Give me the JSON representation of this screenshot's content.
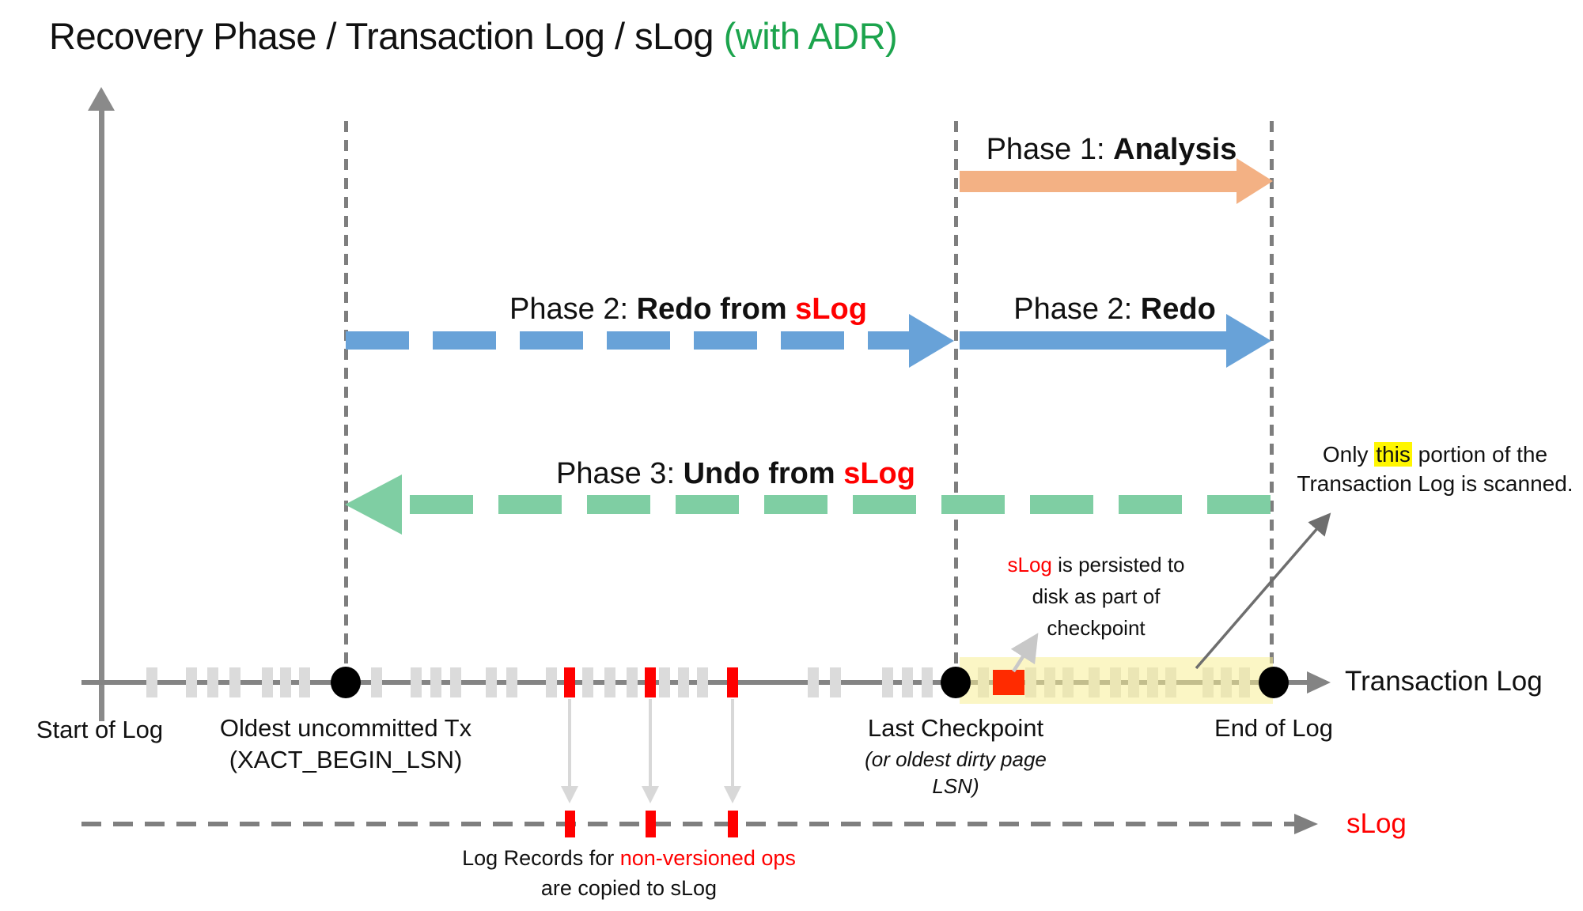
{
  "title": {
    "main": "Recovery Phase / Transaction Log / sLog ",
    "suffix": "(with ADR)"
  },
  "colors": {
    "title_suffix_green": "#1CA44D",
    "phase1_orange": "#F3B184",
    "phase2_blue": "#68A2D8",
    "phase3_green": "#7FCEA3",
    "accent_red": "#FF0000",
    "persist_square_red": "#FF2B00",
    "scan_band_yellow": "#F8F0A0",
    "highlight_yellow": "#FFF600",
    "axis_gray": "#848484",
    "tick_gray": "#DBDBDB"
  },
  "phases": {
    "phase1": {
      "prefix": "Phase 1: ",
      "bold": "Analysis"
    },
    "phase2_slog": {
      "prefix": "Phase 2: ",
      "bold": "Redo from ",
      "accent": "sLog"
    },
    "phase2": {
      "prefix": "Phase 2: ",
      "bold": "Redo"
    },
    "phase3": {
      "prefix": "Phase 3: ",
      "bold": "Undo from ",
      "accent": "sLog"
    }
  },
  "timeline": {
    "label": "Transaction Log",
    "start_label": "Start of Log",
    "oldest_label": "Oldest uncommitted Tx\n(XACT_BEGIN_LSN)",
    "checkpoint_label": "Last Checkpoint",
    "checkpoint_sub": "(or oldest dirty page\nLSN)",
    "end_label": "End of Log",
    "ticks_gray": [
      192,
      242,
      269,
      297,
      338,
      361,
      385,
      476,
      526,
      551,
      576,
      621,
      647,
      697,
      743,
      771,
      799,
      840,
      864,
      888,
      1028,
      1056,
      1122,
      1147,
      1172
    ],
    "ticks_band": [
      1243,
      1303,
      1327,
      1350,
      1383,
      1410,
      1433,
      1457,
      1480,
      1527,
      1550,
      1573
    ],
    "ticks_red": [
      720,
      822,
      926
    ],
    "markers": [
      437,
      1208,
      1610
    ]
  },
  "slog": {
    "label": "sLog",
    "ticks_red": [
      720,
      822,
      926
    ],
    "copy_note": {
      "line1_pre": "Log Records for ",
      "line1_accent": "non-versioned ops",
      "line2": "are copied to sLog"
    }
  },
  "annotations": {
    "persisted": {
      "accent": "sLog",
      "line1_rest": " is persisted to",
      "line2": "disk as part of",
      "line3": "checkpoint"
    },
    "scanned": {
      "line1_pre": "Only ",
      "highlight": "this",
      "line1_post": " portion of the",
      "line2": "Transaction Log is scanned."
    }
  }
}
